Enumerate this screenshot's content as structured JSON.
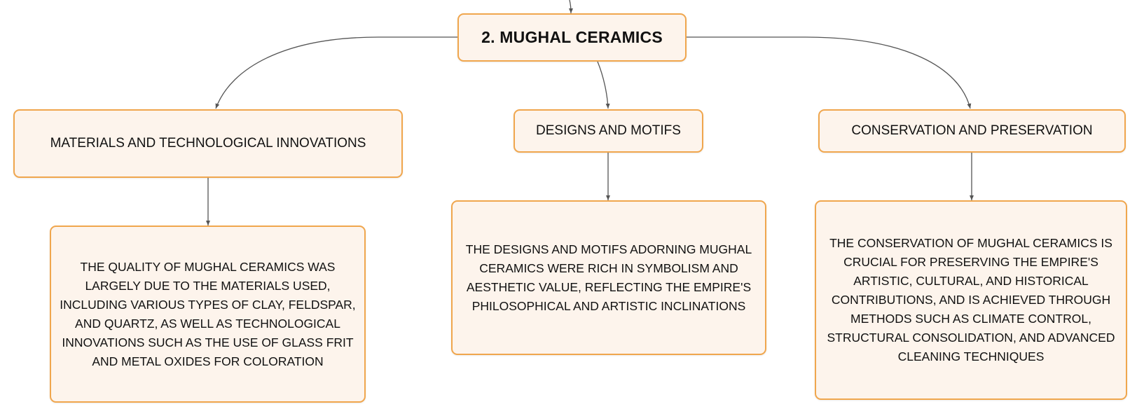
{
  "map": {
    "root": {
      "label": "2. MUGHAL CERAMICS"
    },
    "topics": [
      {
        "label": "MATERIALS AND TECHNOLOGICAL INNOVATIONS",
        "detail": "THE QUALITY OF MUGHAL CERAMICS WAS LARGELY DUE TO THE MATERIALS USED, INCLUDING VARIOUS TYPES OF CLAY, FELDSPAR, AND QUARTZ, AS WELL AS TECHNOLOGICAL INNOVATIONS SUCH AS THE USE OF GLASS FRIT AND METAL OXIDES FOR COLORATION"
      },
      {
        "label": "DESIGNS AND MOTIFS",
        "detail": "THE DESIGNS AND MOTIFS ADORNING MUGHAL CERAMICS WERE RICH IN SYMBOLISM AND AESTHETIC VALUE, REFLECTING THE EMPIRE'S PHILOSOPHICAL AND ARTISTIC INCLINATIONS"
      },
      {
        "label": "CONSERVATION AND PRESERVATION",
        "detail": "THE CONSERVATION OF MUGHAL CERAMICS IS CRUCIAL FOR PRESERVING THE EMPIRE'S ARTISTIC, CULTURAL, AND HISTORICAL CONTRIBUTIONS, AND IS ACHIEVED THROUGH METHODS SUCH AS CLIMATE CONTROL, STRUCTURAL CONSOLIDATION, AND ADVANCED CLEANING TECHNIQUES"
      }
    ]
  },
  "colors": {
    "node_fill": "#fdf4ec",
    "node_border": "#f0a64d",
    "connector": "#555555",
    "text": "#111111"
  }
}
